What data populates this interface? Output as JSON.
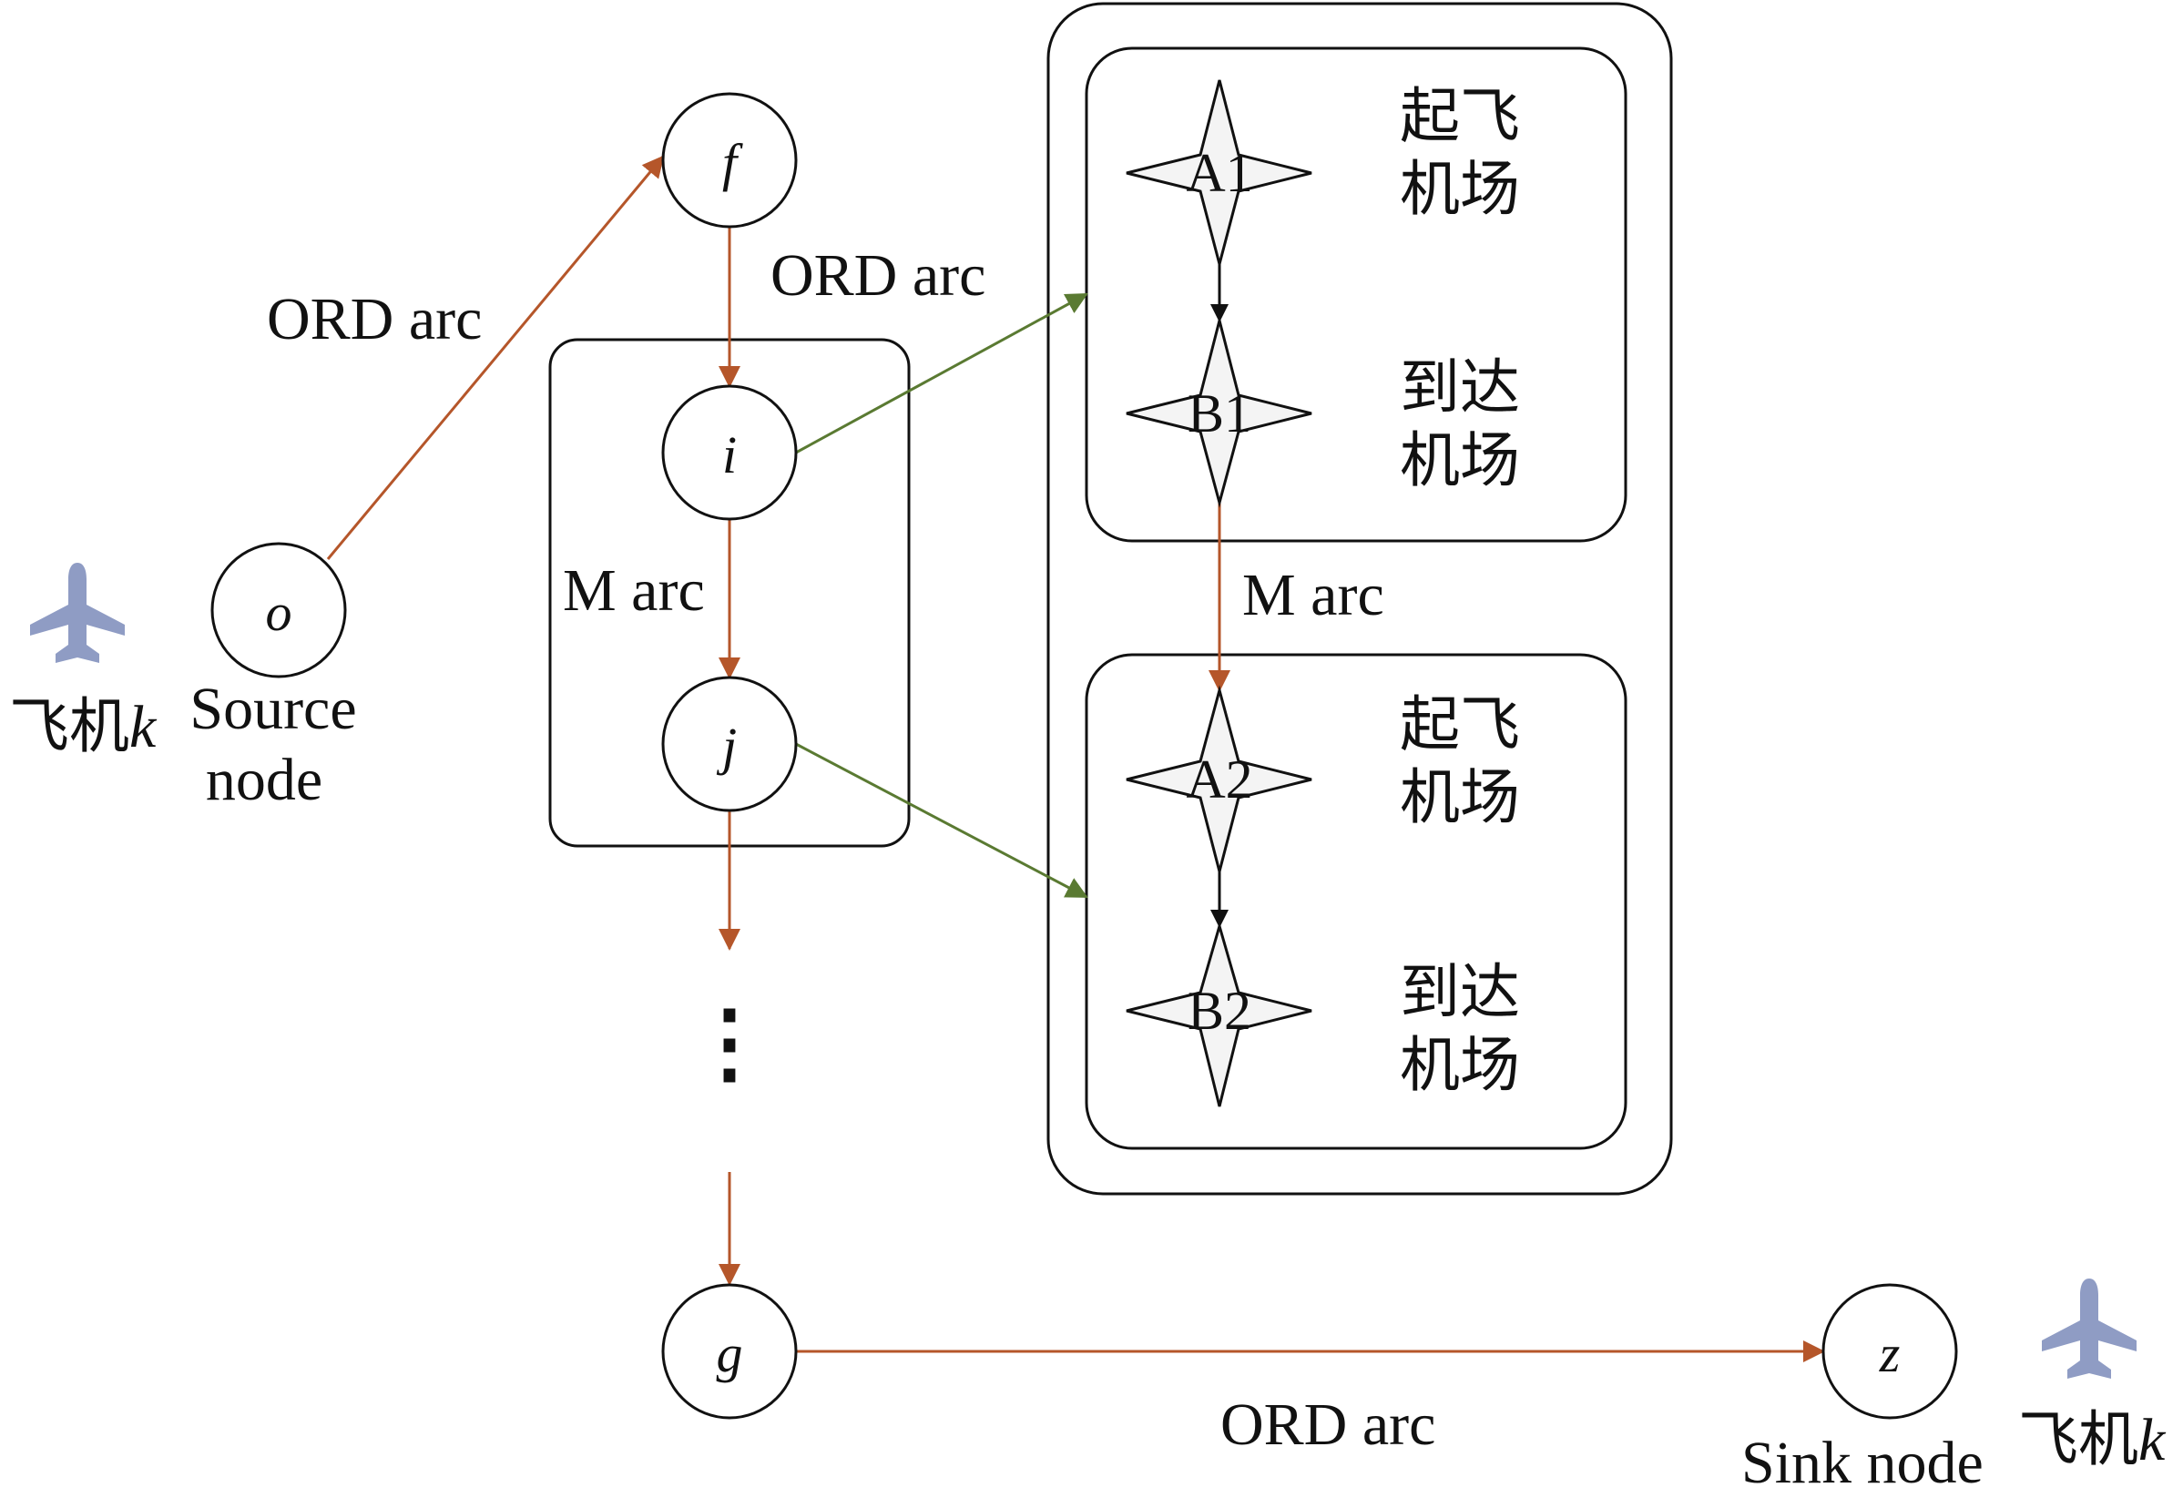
{
  "colors": {
    "ord_arc": "#b5562a",
    "transfer_arc": "#5a7a32",
    "stroke": "#111111",
    "airport_fill": "#f4f4f4",
    "plane": "#8f9cc4"
  },
  "nodes": {
    "o": "o",
    "f": "f",
    "i": "i",
    "j": "j",
    "g": "g",
    "z": "z"
  },
  "labels": {
    "ord_arc_left": "ORD arc",
    "ord_arc_top": "ORD arc",
    "ord_arc_bottom": "ORD arc",
    "m_arc_left": "M arc",
    "m_arc_right": "M arc",
    "source_line1": "Source",
    "source_line2": "node",
    "sink": "Sink node",
    "ellipsis": "⋮"
  },
  "aircraft_left": {
    "prefix": "飞机",
    "var": "k"
  },
  "aircraft_right": {
    "prefix": "飞机",
    "var": "k"
  },
  "airports": {
    "a1": {
      "code": "A1",
      "line1": "起飞",
      "line2": "机场"
    },
    "b1": {
      "code": "B1",
      "line1": "到达",
      "line2": "机场"
    },
    "a2": {
      "code": "A2",
      "line1": "起飞",
      "line2": "机场"
    },
    "b2": {
      "code": "B2",
      "line1": "到达",
      "line2": "机场"
    }
  },
  "icons": [
    "airplane-icon",
    "airplane-icon"
  ]
}
